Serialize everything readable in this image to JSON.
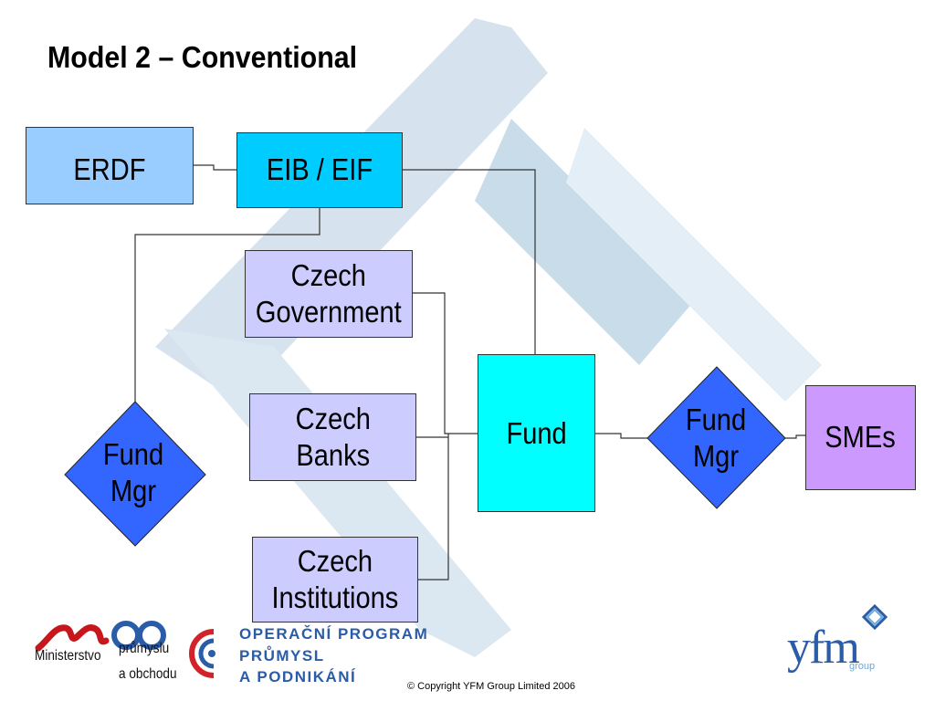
{
  "title": "Model 2 – Conventional",
  "nodes": {
    "erdf": "ERDF",
    "eib_eif": "EIB / EIF",
    "czech_government": "Czech\nGovernment",
    "czech_banks": "Czech\nBanks",
    "czech_institutions": "Czech\nInstitutions",
    "fund": "Fund",
    "fund_mgr_left": "Fund\nMgr",
    "fund_mgr_right": "Fund\nMgr",
    "smes": "SMEs"
  },
  "colors": {
    "erdf": "#99ccff",
    "eib_eif": "#00ccff",
    "czech_entities": "#ccccff",
    "fund": "#00ffff",
    "fund_mgr": "#3366ff",
    "smes": "#cc99ff"
  },
  "footer": {
    "mpo_logo": {
      "word_left": "Ministerstvo",
      "word_top": "průmyslu",
      "word_bottom": "a obchodu"
    },
    "op_logo": {
      "line1": "OPERAČNÍ PROGRAM",
      "line2": "PRŮMYSL",
      "line3": "A PODNIKÁNÍ"
    },
    "copyright": "© Copyright YFM Group Limited 2006",
    "yfm_logo": {
      "name": "yfm",
      "tagline": "group"
    }
  }
}
